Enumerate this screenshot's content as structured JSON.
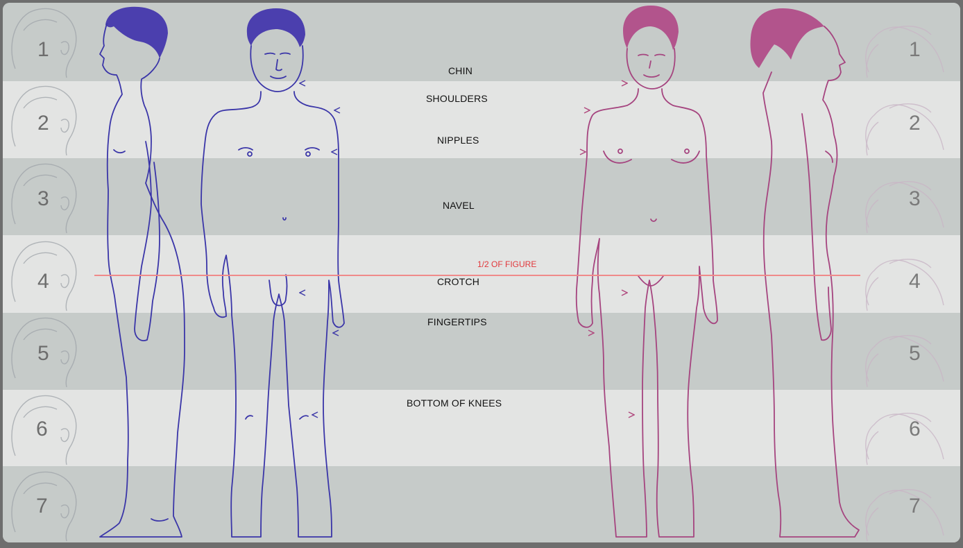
{
  "head_units": [
    "1",
    "2",
    "3",
    "4",
    "5",
    "6",
    "7"
  ],
  "landmarks": [
    {
      "label": "CHIN"
    },
    {
      "label": "SHOULDERS"
    },
    {
      "label": "NIPPLES"
    },
    {
      "label": "NAVEL"
    },
    {
      "label": "CROTCH"
    },
    {
      "label": "FINGERTIPS"
    },
    {
      "label": "BOTTOM OF KNEES"
    }
  ],
  "midline_label": "1/2 OF FIGURE",
  "colors": {
    "band_dark": "#c5cac8",
    "band_light": "#e2e3e2",
    "male": "#3a35a8",
    "female": "#a5447f",
    "midline": "#ef8a8a",
    "frame": "#6e6e6e"
  }
}
